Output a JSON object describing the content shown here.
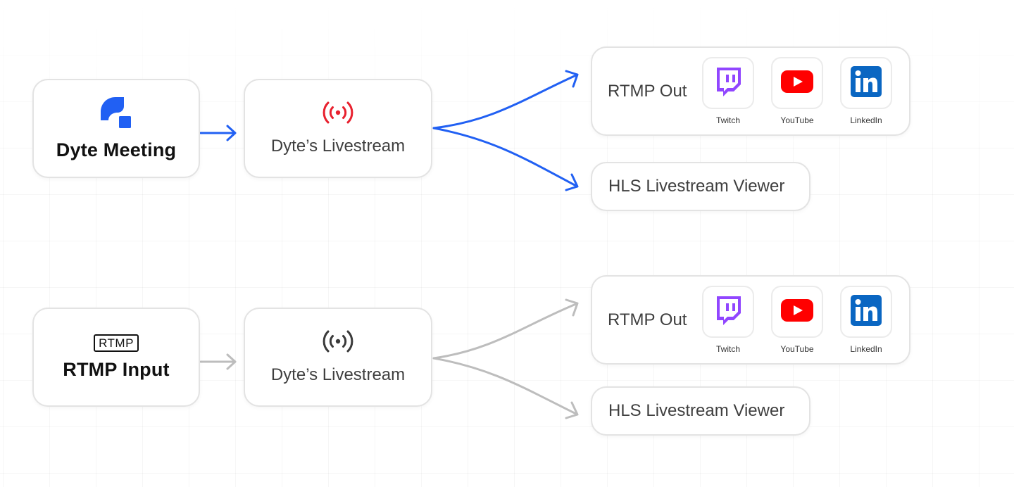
{
  "flows": [
    {
      "active": true,
      "source": {
        "title": "Dyte Meeting",
        "icon": "dyte-logo-icon"
      },
      "livestream": {
        "title": "Dyte’s Livestream",
        "icon": "broadcast-icon",
        "icon_color": "#E8202E"
      },
      "rtmp_out": {
        "title": "RTMP Out",
        "platforms": [
          {
            "name": "Twitch",
            "icon": "twitch-icon"
          },
          {
            "name": "YouTube",
            "icon": "youtube-icon"
          },
          {
            "name": "LinkedIn",
            "icon": "linkedin-icon"
          }
        ]
      },
      "hls": {
        "title": "HLS Livestream Viewer"
      },
      "connector_color": "#2160F3"
    },
    {
      "active": false,
      "source": {
        "title": "RTMP Input",
        "icon": "rtmp-badge-icon",
        "badge": "RTMP"
      },
      "livestream": {
        "title": "Dyte’s Livestream",
        "icon": "broadcast-icon",
        "icon_color": "#3A3A3A"
      },
      "rtmp_out": {
        "title": "RTMP Out",
        "platforms": [
          {
            "name": "Twitch",
            "icon": "twitch-icon"
          },
          {
            "name": "YouTube",
            "icon": "youtube-icon"
          },
          {
            "name": "LinkedIn",
            "icon": "linkedin-icon"
          }
        ]
      },
      "hls": {
        "title": "HLS Livestream Viewer"
      },
      "connector_color": "#BDBDBD"
    }
  ],
  "brand_colors": {
    "dyte": "#2160F3",
    "twitch": "#9146FF",
    "youtube": "#FF0000",
    "linkedin": "#0A66C2"
  }
}
